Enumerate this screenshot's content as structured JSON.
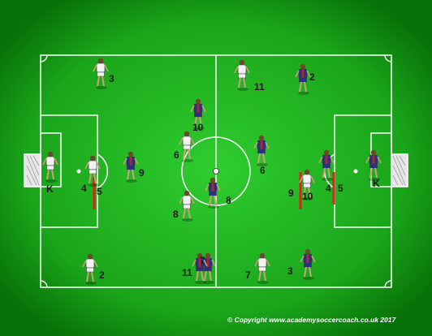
{
  "colors": {
    "pitch_center": "#29c329",
    "pitch_edge": "#0a7a0a",
    "lines": "#ffffff",
    "team_white": "#f2f2f2",
    "team_blue": "#2b2f8a",
    "team_red_stripe": "#a52a2a",
    "defence_line": "#e0201b",
    "label": "#1a1a1a"
  },
  "icons": {
    "player_white": "player-white-icon",
    "player_blue": "player-blue-icon",
    "ball": "ball-icon",
    "goal": "goal-icon"
  },
  "labels": {
    "w_gk": "K",
    "w_cb_l": "4",
    "w_cb_r": "5",
    "w_lb": "3",
    "w_rb": "2",
    "w_cm_top": "6",
    "w_cm_bot": "8",
    "w_lw": "11",
    "w_rw": "7",
    "w_cf_l": "9",
    "w_cf_r": "10",
    "b_gk": "K",
    "b_cb_l": "5",
    "b_cb_r": "4",
    "b_lb": "2",
    "b_rb": "3",
    "b_cm_top": "10",
    "b_cm_mid": "6",
    "b_cm_bot": "8",
    "b_lw": "11",
    "b_rw": "7",
    "b_cf": "9"
  },
  "copyright": "© Copyright www.academysoccercoach.co.uk 2017"
}
